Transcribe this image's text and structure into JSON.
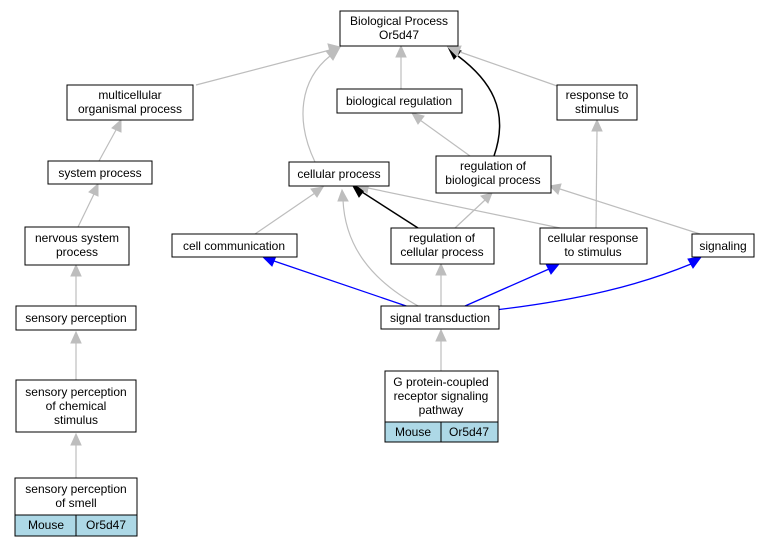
{
  "nodes": {
    "bp": {
      "lines": [
        "Biological Process",
        "Or5d47"
      ]
    },
    "multicellular": {
      "lines": [
        "multicellular",
        "organismal process"
      ]
    },
    "bioreg": {
      "lines": [
        "biological regulation"
      ]
    },
    "response": {
      "lines": [
        "response to",
        "stimulus"
      ]
    },
    "system": {
      "lines": [
        "system process"
      ]
    },
    "cellular": {
      "lines": [
        "cellular process"
      ]
    },
    "regbio": {
      "lines": [
        "regulation of",
        "biological process"
      ]
    },
    "nervous": {
      "lines": [
        "nervous system",
        "process"
      ]
    },
    "cellcomm": {
      "lines": [
        "cell communication"
      ]
    },
    "regcell": {
      "lines": [
        "regulation of",
        "cellular process"
      ]
    },
    "cellresp": {
      "lines": [
        "cellular response",
        "to stimulus"
      ]
    },
    "signaling": {
      "lines": [
        "signaling"
      ]
    },
    "sensory": {
      "lines": [
        "sensory perception"
      ]
    },
    "sigtrans": {
      "lines": [
        "signal transduction"
      ]
    },
    "chemical": {
      "lines": [
        "sensory perception",
        "of chemical",
        "stimulus"
      ]
    },
    "gpcr": {
      "lines": [
        "G protein-coupled",
        "receptor signaling",
        "pathway"
      ],
      "annotation": {
        "species": "Mouse",
        "gene": "Or5d47"
      }
    },
    "smell": {
      "lines": [
        "sensory perception",
        "of smell"
      ],
      "annotation": {
        "species": "Mouse",
        "gene": "Or5d47"
      }
    }
  },
  "colors": {
    "gray_edge": "#bdbdbd",
    "black_edge": "#000000",
    "blue_edge": "#0000ff",
    "annotation_fill": "#add8e6"
  }
}
